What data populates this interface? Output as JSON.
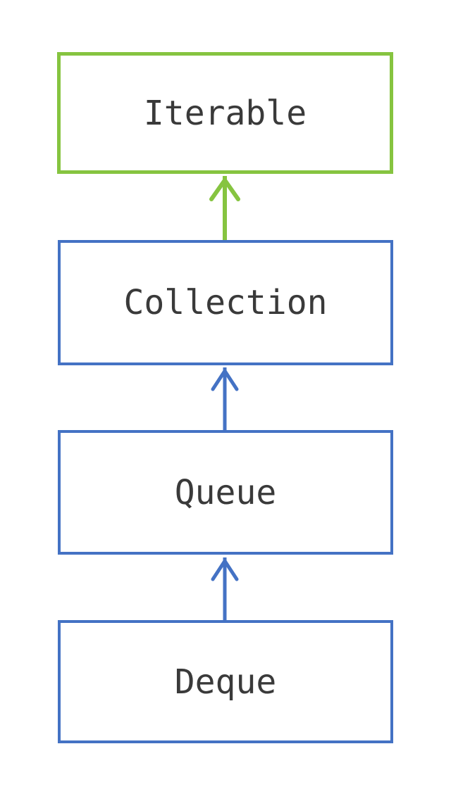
{
  "diagram": {
    "type": "class-hierarchy",
    "title": "Iterable / Collection / Queue / Deque interface hierarchy",
    "background_color": "#ffffff",
    "text_color": "#3a3a3a",
    "colors": {
      "root_border": "#86c440",
      "node_border": "#4472c4",
      "root_edge": "#86c440",
      "node_edge": "#4472c4"
    },
    "nodes": [
      {
        "id": "iterable",
        "label": "Iterable",
        "border_color": "#86c440",
        "level": 0
      },
      {
        "id": "collection",
        "label": "Collection",
        "border_color": "#4472c4",
        "level": 1
      },
      {
        "id": "queue",
        "label": "Queue",
        "border_color": "#4472c4",
        "level": 2
      },
      {
        "id": "deque",
        "label": "Deque",
        "border_color": "#4472c4",
        "level": 3
      }
    ],
    "edges": [
      {
        "id": "collection-to-iterable",
        "from": "collection",
        "to": "iterable",
        "color": "#86c440",
        "arrow": "open-up"
      },
      {
        "id": "queue-to-collection",
        "from": "queue",
        "to": "collection",
        "color": "#4472c4",
        "arrow": "open-up"
      },
      {
        "id": "deque-to-queue",
        "from": "deque",
        "to": "queue",
        "color": "#4472c4",
        "arrow": "open-up"
      }
    ]
  }
}
